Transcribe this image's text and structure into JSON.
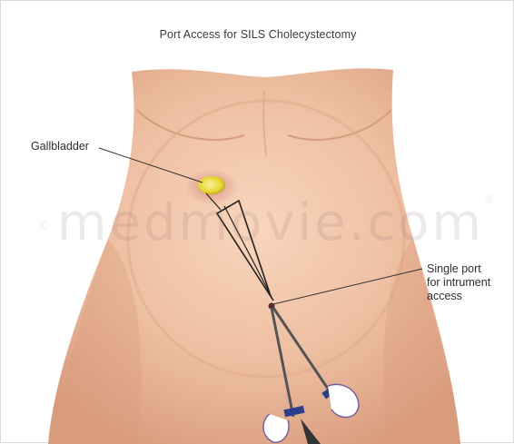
{
  "title": "Port Access for SILS Cholecystectomy",
  "labels": {
    "gallbladder": "Gallbladder",
    "port_line1": "Single port",
    "port_line2": "for intrument",
    "port_line3": "access"
  },
  "watermark": {
    "prefix": "©",
    "text": "medmovie.com",
    "tm": "®"
  },
  "colors": {
    "skin": "#eebfa2",
    "skin_shadow": "#dfa385",
    "gallbladder": "#e6d62e",
    "leader_line": "#333333"
  }
}
